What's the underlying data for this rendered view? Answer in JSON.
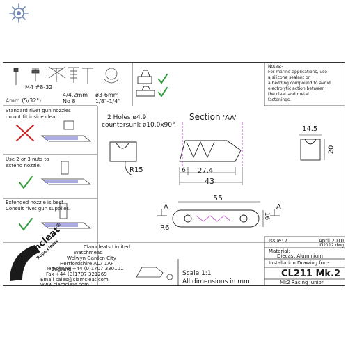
{
  "colors": {
    "line": "#333333",
    "accent_red": "#cc2222",
    "accent_green": "#2e9b3a",
    "hatch": "#7a7ad0",
    "section": "#b040c0",
    "dim": "#222222"
  },
  "icons": [
    "compass-rose-icon",
    "check-icon",
    "cross-icon"
  ],
  "hardware": {
    "m4_label": "M4 #8-32",
    "rivet_label": "4mm (5/32\")",
    "screw_label_1": "4/4.2mm",
    "screw_label_2": "No 8",
    "screw_range_1": "ø3-6mm",
    "screw_range_2": "1/8\"-1/4\""
  },
  "notes": {
    "heading": "Notes:-",
    "lines": [
      "For marine applications, use",
      "a silicone sealant or",
      "a bedding compound to avoid",
      "electrolytic action between",
      "the cleat and metal",
      "fastenings."
    ]
  },
  "rivet_guidance": {
    "standard_1": "Standard rivet gun nozzles",
    "standard_2": "do not fit inside cleat.",
    "nuts_1": "Use 2 or 3 nuts to",
    "nuts_2": "extend nozzle.",
    "extended_1": "Extended nozzle is best",
    "extended_2": "Consult rivet gun supplier."
  },
  "drawing": {
    "holes_1": "2 Holes ø4.9",
    "holes_2": "countersunk ø10.0x90°",
    "section_label": "Section ",
    "section_id": "'AA'",
    "r15": "R15",
    "dim_6": "6",
    "dim_27_4": "27.4",
    "dim_43": "43",
    "dim_14_5": "14.5",
    "dim_20": "20",
    "dim_55": "55",
    "dim_16": "16",
    "r6": "R6",
    "a_left": "A",
    "a_right": "A"
  },
  "company": {
    "name": "Clamcleats Limited",
    "addr_1": "Watchmead",
    "addr_2": "Welwyn Garden City",
    "addr_3": "Hertfordshire AL7 1AP",
    "addr_4": "England",
    "tel": "Telephone +44 (0)1707 330101",
    "fax": "Fax +44 (0)1707 321269",
    "email": "Email sales@clamcleat.com",
    "web": "www.clamcleat.com",
    "logo_text": "Clamcleat",
    "logo_reg": "®",
    "logo_sub": "Rope cleats"
  },
  "title_block": {
    "scale": "Scale 1:1",
    "units": "All dimensions in mm.",
    "issue": "Issue: 7",
    "date": "April 2010",
    "dwg": "ID2112.dwg",
    "material_label": "Material:",
    "material": "Diecast Aluminium",
    "install_label": "Installation Drawing for:-",
    "model": "CL211 Mk.2",
    "subtitle": "Mk2 Racing Junior"
  }
}
